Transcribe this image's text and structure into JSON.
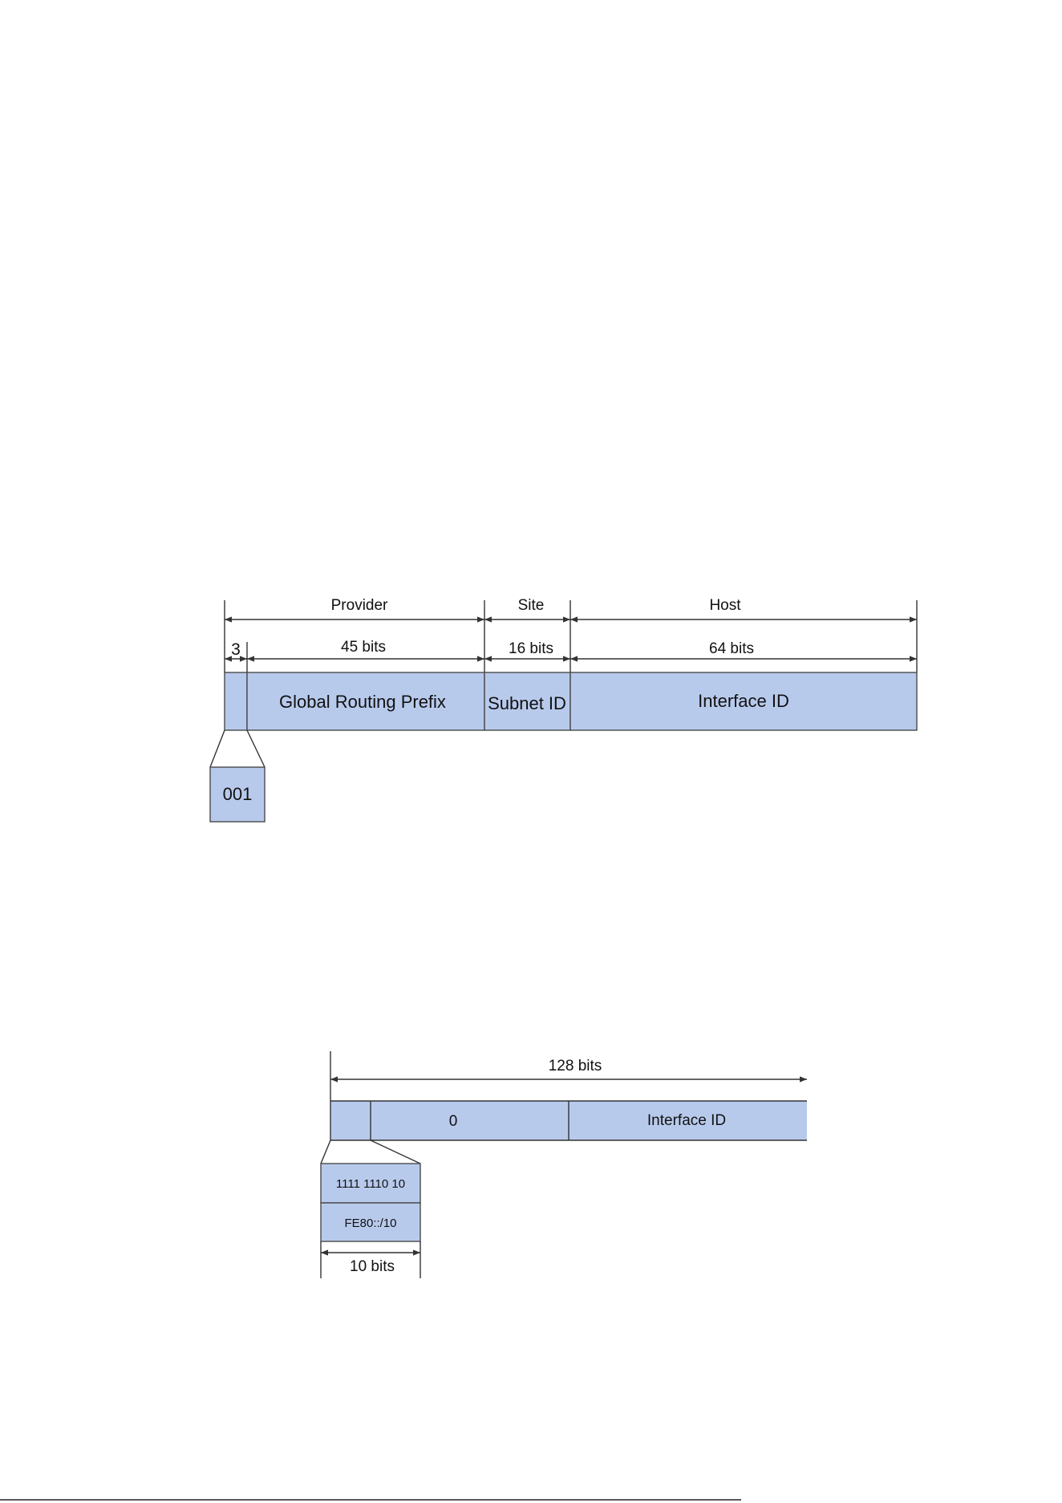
{
  "colors": {
    "field_fill": "#b8caec",
    "line": "#333333",
    "text": "#111111"
  },
  "global_unicast": {
    "spans": {
      "provider": "Provider",
      "site": "Site",
      "host": "Host"
    },
    "widths": {
      "prefix_bits": "3",
      "global_routing_prefix_bits": "45 bits",
      "subnet_id_bits": "16 bits",
      "interface_id_bits": "64 bits"
    },
    "fields": {
      "global_routing_prefix": "Global Routing Prefix",
      "subnet_id": "Subnet ID",
      "interface_id": "Interface ID"
    },
    "prefix_value": "001"
  },
  "link_local": {
    "total_bits": "128 bits",
    "fields": {
      "zero": "0",
      "interface_id": "Interface ID"
    },
    "prefix_binary": "1111 1110 10",
    "prefix_hex": "FE80::/10",
    "prefix_width": "10 bits"
  }
}
